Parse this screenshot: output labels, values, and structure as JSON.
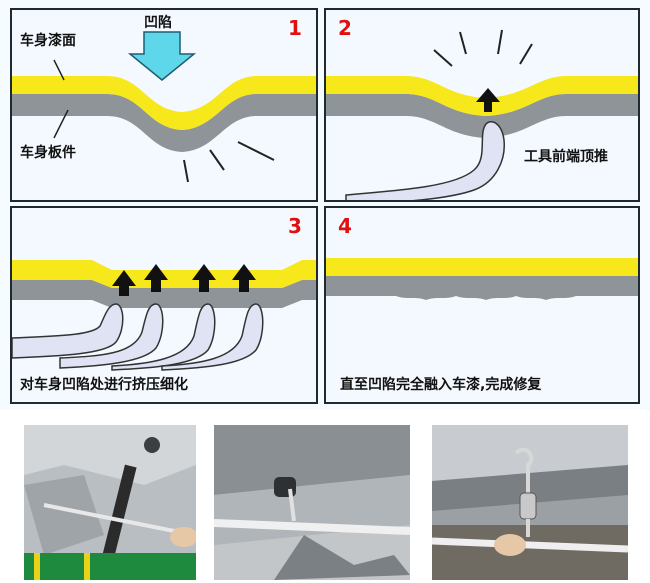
{
  "panels": [
    {
      "number": "1",
      "labels": {
        "paint": "车身漆面",
        "dent": "凹陷",
        "panel": "车身板件"
      }
    },
    {
      "number": "2",
      "labels": {
        "tool": "工具前端顶推"
      }
    },
    {
      "number": "3",
      "labels": {
        "caption": "对车身凹陷处进行挤压细化"
      }
    },
    {
      "number": "4",
      "labels": {
        "caption": "直至凹陷完全融入车漆,完成修复"
      }
    }
  ],
  "colors": {
    "paint": "#f7e81c",
    "metal": "#8f9499",
    "tool": "#dfe3f4",
    "arrow_down": "#5fd7ea",
    "arrow_up": "#111111",
    "number": "#e01010"
  }
}
